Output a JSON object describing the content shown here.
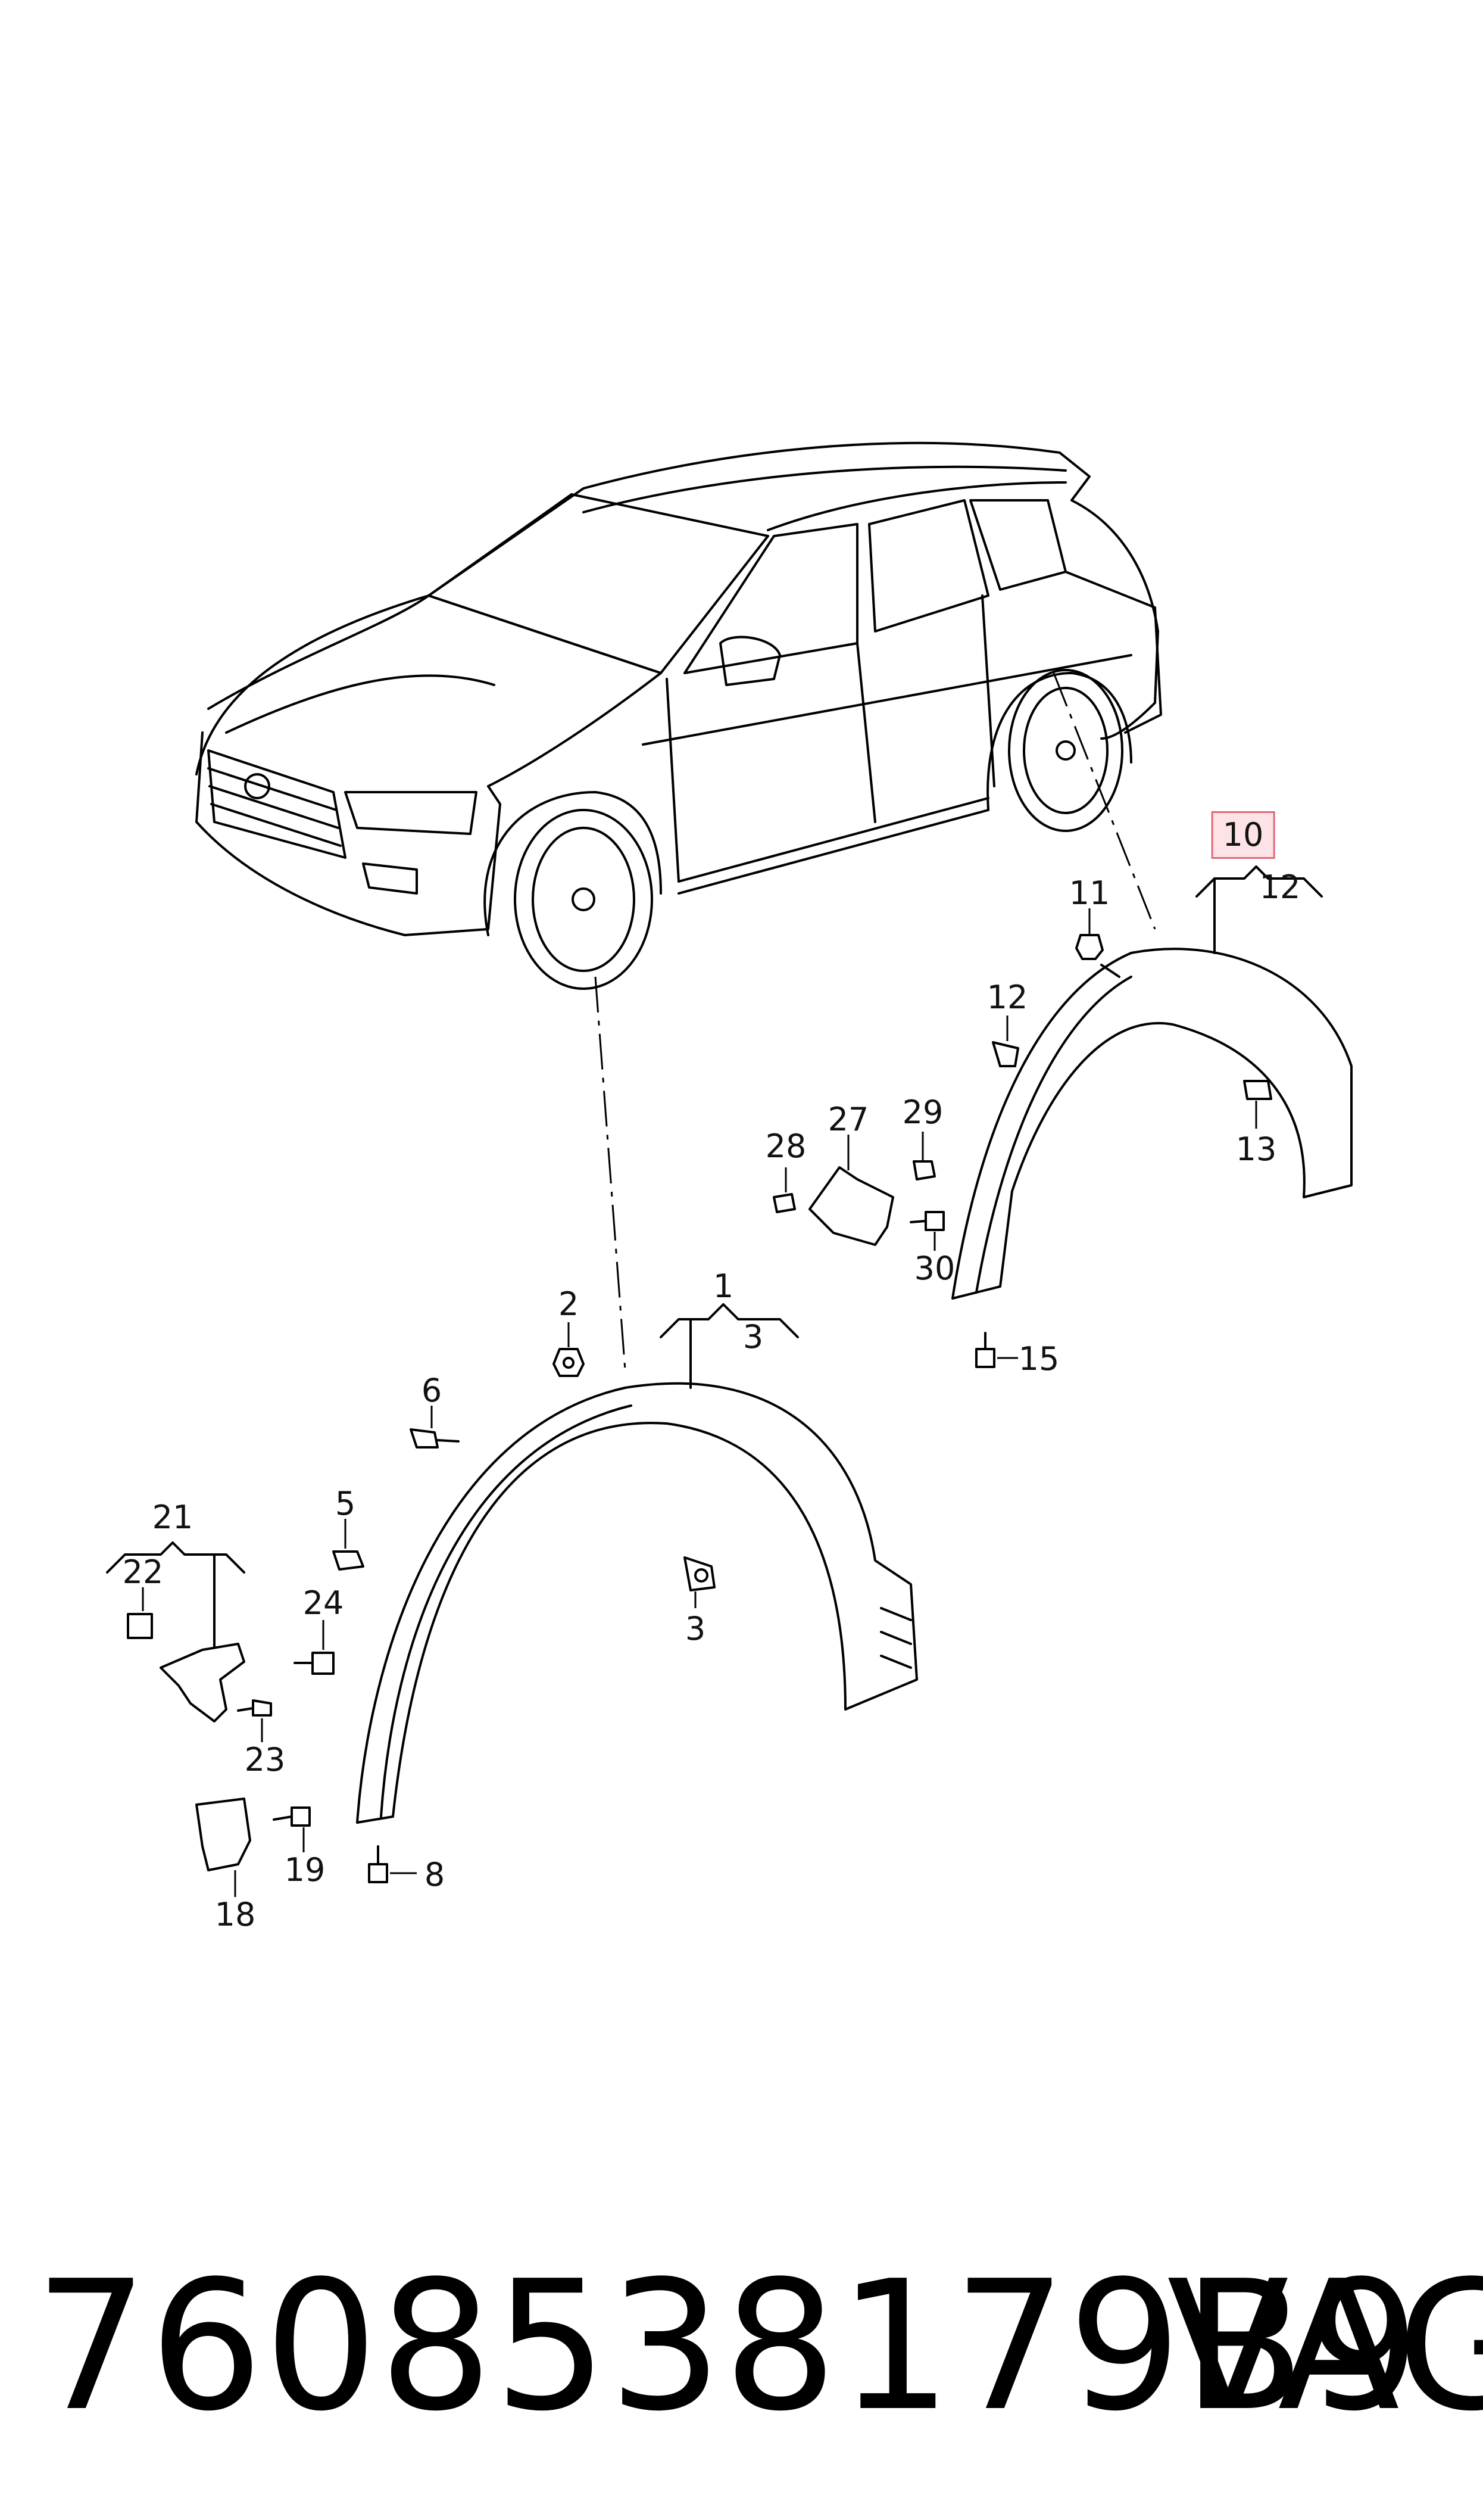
{
  "labels": {
    "p1": "1",
    "p2": "2",
    "p3a": "3",
    "p3b": "3",
    "p5": "5",
    "p6": "6",
    "p8": "8",
    "p10": "10",
    "p11": "11",
    "p12a": "12",
    "p12b": "12",
    "p13": "13",
    "p15": "15",
    "p18": "18",
    "p19": "19",
    "p21": "21",
    "p22": "22",
    "p23": "23",
    "p24": "24",
    "p27": "27",
    "p28": "28",
    "p29": "29",
    "p30": "30"
  },
  "highlighted_label": "10",
  "highlight_color": "#fde3e6",
  "footer": {
    "part_number": "7608538179B9",
    "brand": "VAG"
  }
}
